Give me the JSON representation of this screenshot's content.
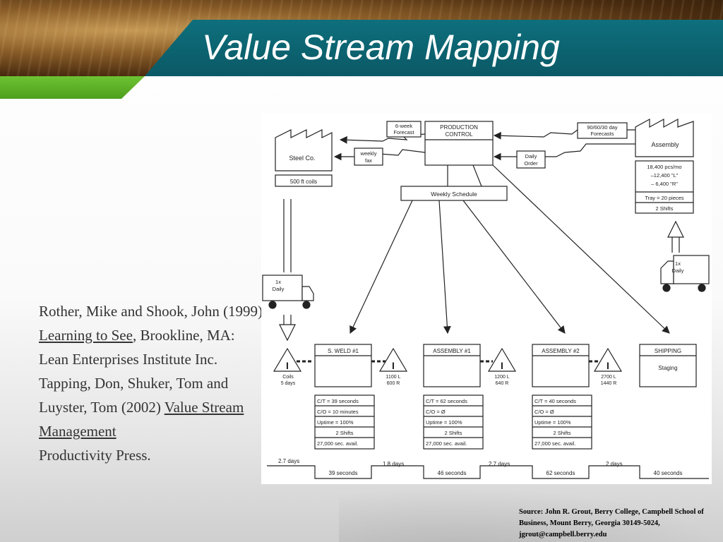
{
  "slide": {
    "title": "Value Stream Mapping",
    "reference": {
      "line1": "Rother, Mike and Shook, John (1999) ",
      "book1": "Learning to See",
      "line2": ", Brookline, MA: Lean Enterprises Institute Inc.",
      "line3": "Tapping, Don, Shuker, Tom and Luyster,  Tom (2002) ",
      "book2": "Value Stream Management",
      "line4": "Productivity Press."
    },
    "source_note": "Source: John R. Grout, Berry College, Campbell School of Business, Mount Berry, Georgia 30149-5024, jgrout@campbell.berry.edu",
    "colors": {
      "title_band": "#0b5966",
      "accent_green": "#5db126",
      "title_text": "#ffffff"
    }
  },
  "vsm": {
    "supplier": {
      "name": "Steel Co.",
      "shipment": "500 ft coils"
    },
    "customer": {
      "name": "Assembly"
    },
    "production_control": {
      "line1": "PRODUCTION",
      "line2": "CONTROL"
    },
    "info_flows": {
      "forecast_supplier": [
        "6-week",
        "Forecast"
      ],
      "fax_supplier": [
        "weekly",
        "fax"
      ],
      "forecast_customer": [
        "90/60/30 day",
        "Forecasts"
      ],
      "order_customer": [
        "Daily",
        "Order"
      ]
    },
    "weekly_schedule": "Weekly Schedule",
    "customer_data": [
      "18,400 pcs/mo",
      "–12,400 \"L\"",
      "– 6,400 \"R\"",
      "Tray = 20 pieces",
      "2 Shifts"
    ],
    "truck_in": [
      "1x",
      "Daily"
    ],
    "truck_out": [
      "1x",
      "Daily"
    ],
    "inventories": [
      {
        "lines": [
          "Coils",
          "5 days"
        ]
      },
      {
        "lines": [
          "1100 L",
          "600 R"
        ]
      },
      {
        "lines": [
          "1200 L",
          "640 R"
        ]
      },
      {
        "lines": [
          "2700 L",
          "1440 R"
        ]
      }
    ],
    "processes": [
      {
        "name": "S. WELD #1",
        "sub": ""
      },
      {
        "name": "ASSEMBLY #1",
        "sub": ""
      },
      {
        "name": "ASSEMBLY #2",
        "sub": ""
      },
      {
        "name": "SHIPPING",
        "sub": "Staging"
      }
    ],
    "data_boxes": [
      [
        "C/T = 39 seconds",
        "C/O = 10 minutes",
        "Uptime = 100%",
        "2 Shifts",
        "27,000 sec. avail."
      ],
      [
        "C/T = 62 seconds",
        "C/O = Ø",
        "Uptime = 100%",
        "2 Shifts",
        "27,000 sec. avail."
      ],
      [
        "C/T = 40 seconds",
        "C/O = Ø",
        "Uptime = 100%",
        "2 Shifts",
        "27,000 sec. avail."
      ]
    ],
    "inventory_symbol": "I",
    "timeline": {
      "days": [
        "2.7 days",
        "1.8 days",
        "2.7 days",
        "2 days"
      ],
      "seconds": [
        "39 seconds",
        "46 seconds",
        "62 seconds",
        "40 seconds"
      ]
    }
  }
}
